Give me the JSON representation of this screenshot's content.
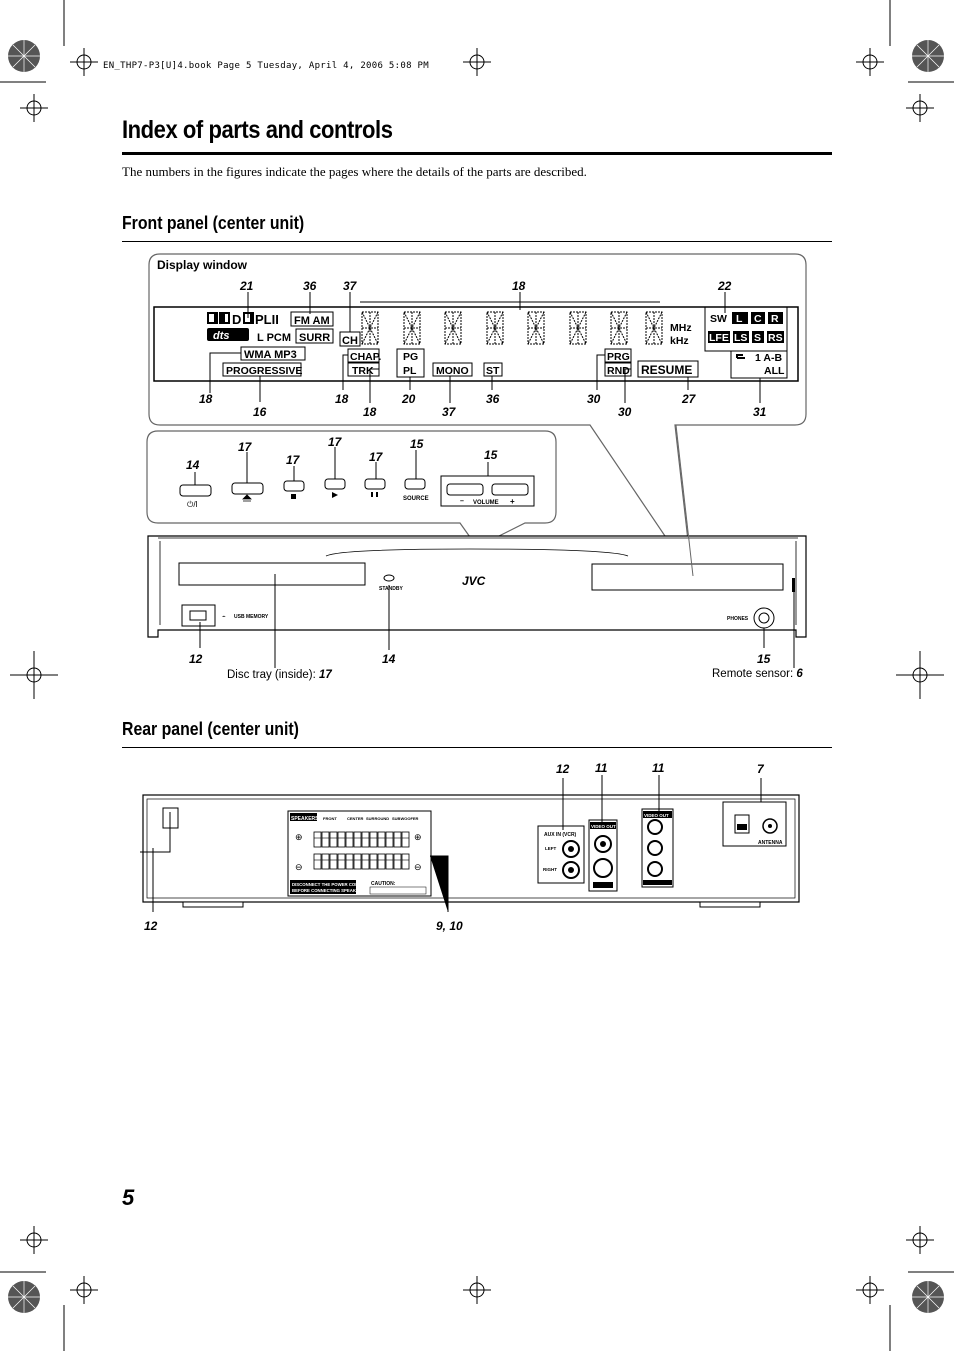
{
  "header_line": "EN_THP7-P3[U]4.book  Page 5  Tuesday, April 4, 2006  5:08 PM",
  "page_title": "Index of parts and controls",
  "intro": "The numbers in the figures indicate the pages where the details of the parts are described.",
  "front_section": "Front panel (center unit)",
  "rear_section": "Rear panel (center unit)",
  "display_window_label": "Display window",
  "display_top_numbers": [
    "21",
    "36",
    "37",
    "18",
    "22"
  ],
  "display_bottom_numbers_row1": [
    "18",
    "18",
    "20",
    "36",
    "30",
    "27"
  ],
  "display_bottom_numbers_row2": [
    "16",
    "18",
    "37",
    "30",
    "31"
  ],
  "display_indicators": {
    "pl2": "PLII",
    "fm_am": "FM AM",
    "lpcm": "L PCM",
    "surr": "SURR",
    "ch": "CH",
    "mhz": "MHz",
    "khz": "kHz",
    "wma_mp3": "WMA  MP3",
    "progressive": "PROGRESSIVE",
    "chap": "CHAP.",
    "trk": "TRK",
    "pg": "PG",
    "pl": "PL",
    "mono": "MONO",
    "st": "ST",
    "prg": "PRG",
    "rnd": "RND",
    "resume": "RESUME",
    "sw": "SW",
    "l": "L",
    "c": "C",
    "r": "R",
    "lfe": "LFE",
    "ls": "LS",
    "s": "S",
    "rs": "RS",
    "one_ab": "1 A-B",
    "all": "ALL"
  },
  "button_numbers": [
    "14",
    "17",
    "17",
    "17",
    "17",
    "15",
    "15"
  ],
  "button_labels": {
    "source": "SOURCE",
    "volume": "VOLUME",
    "minus": "–",
    "plus": "+"
  },
  "front_unit": {
    "standby": "STANDBY",
    "brand": "JVC",
    "usb": "USB MEMORY",
    "phones": "PHONES"
  },
  "front_numbers": [
    "12",
    "14",
    "15"
  ],
  "disc_tray_caption": "Disc tray (inside): ",
  "disc_tray_page": "17",
  "remote_sensor_caption": "Remote sensor: ",
  "remote_sensor_page": "6",
  "rear_top_numbers": [
    "12",
    "11",
    "11",
    "7"
  ],
  "rear_bottom_numbers": [
    "12",
    "9, 10"
  ],
  "rear_unit": {
    "speakers": "SPEAKERS",
    "front": "FRONT",
    "center": "CENTER",
    "surround": "SURROUND",
    "subwoofer": "SUBWOOFER",
    "disconnect_1": "DISCONNECT THE POWER CORD",
    "disconnect_2": "BEFORE CONNECTING SPEAKERS",
    "caution": "CAUTION:",
    "aux_in": "AUX IN (VCR)",
    "left": "LEFT",
    "right": "RIGHT",
    "video_out": "VIDEO OUT",
    "video_out2": "VIDEO OUT",
    "antenna": "ANTENNA"
  },
  "page_number": "5"
}
